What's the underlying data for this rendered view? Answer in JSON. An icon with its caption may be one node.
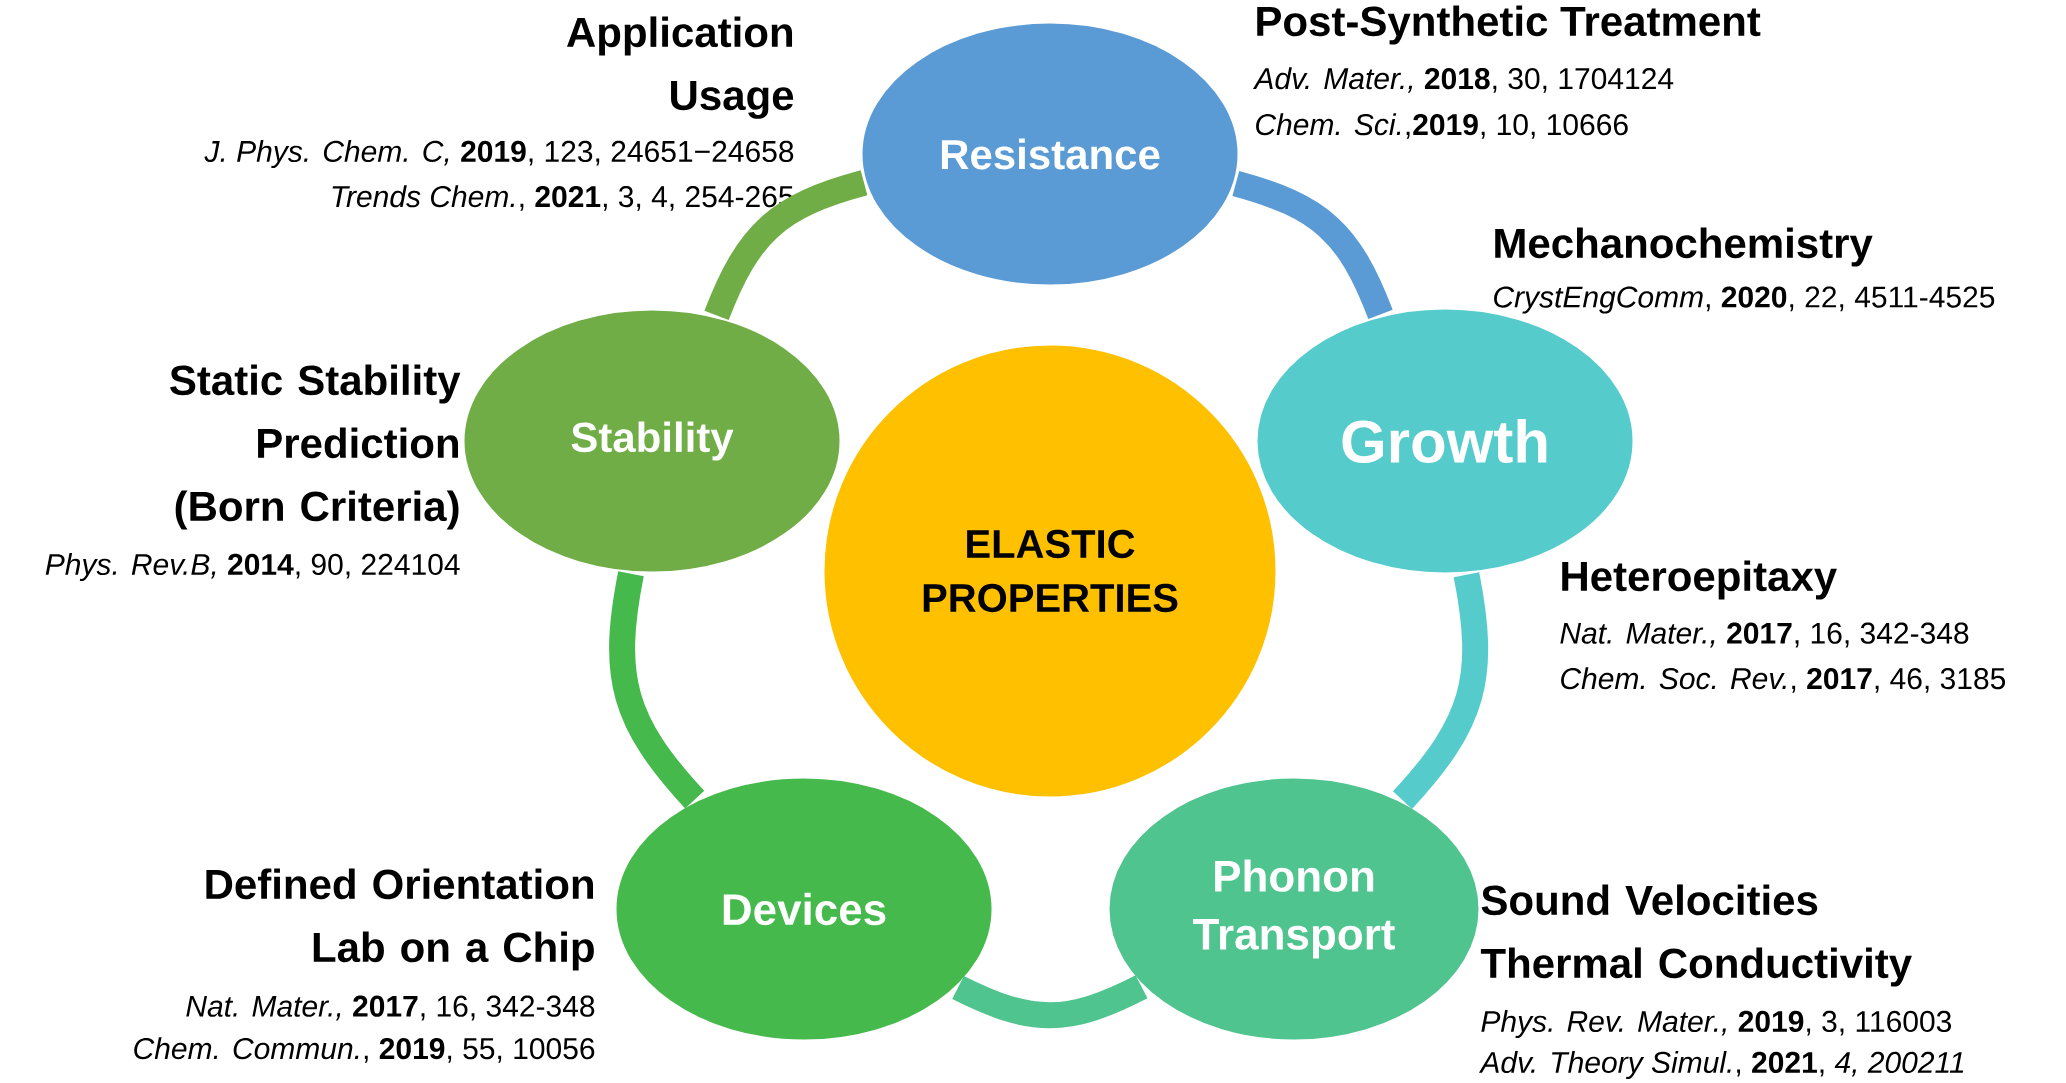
{
  "diagram": {
    "nodes": [
      {
        "text": [
          "ELASTIC PROPERTIES"
        ]
      },
      {
        "text": [
          "Resistance"
        ],
        "beside": [
          "Application Usage",
          "*J. Phys. Chem. C,* **2019**, 123, 24651−24658",
          "*Trends Chem.*, **2021**, 3, 4, 254-265",
          "Post-Synthetic Treatment",
          "*Adv. Mater.,* **2018**, 30, 1704124",
          "*Chem. Sci.*,**2019**, 10, 10666"
        ]
      },
      {
        "text": [
          "Growth"
        ],
        "beside": [
          "Mechanochemistry",
          "*CrystEngComm*, **2020**, 22, 4511-4525",
          "Heteroepitaxy",
          "*Nat. Mater.,* **2017**, 16, 342-348",
          "*Chem. Soc. Rev.*, **2017**, 46, 3185"
        ]
      },
      {
        "text": [
          "Phonon Transport"
        ],
        "beside": [
          "Sound Velocities Thermal Conductivity",
          "*Phys. Rev. Mater.,* **2019**, 3, 116003",
          "*Adv. Theory Simul.*, **2021**, *4, 200211*"
        ]
      },
      {
        "text": [
          "Devices"
        ],
        "beside": [
          "Defined Orientation Lab on a Chip",
          "*Nat. Mater.,* **2017**, 16, 342-348",
          "*Chem. Commun.*, **2019**, 55, 10056"
        ]
      },
      {
        "text": [
          "Stability"
        ],
        "beside": [
          "Static Stability Prediction (Born Criteria)",
          "*Phys. Rev.B,* **2014**, 90, 224104"
        ]
      }
    ],
    "edges": [
      {
        "from": 1,
        "to": 2,
        "arrow": "none",
        "color": "#5b9bd5"
      },
      {
        "from": 2,
        "to": 3,
        "arrow": "none",
        "color": "#56cbcc"
      },
      {
        "from": 3,
        "to": 4,
        "arrow": "none",
        "color": "#50c48e"
      },
      {
        "from": 4,
        "to": 5,
        "arrow": "none",
        "color": "#46b94d"
      },
      {
        "from": 5,
        "to": 1,
        "arrow": "none",
        "color": "#70ad47"
      }
    ]
  }
}
